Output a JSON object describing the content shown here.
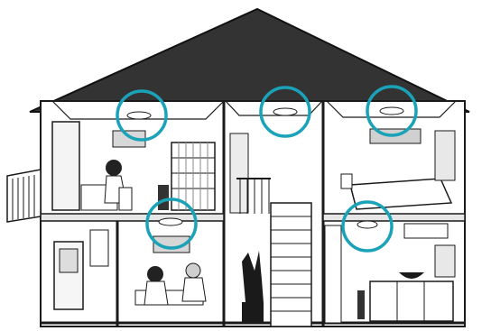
{
  "figure": {
    "subject": "house-cross-section",
    "highlight_color": "#1aa3b8",
    "ink_color": "#1a1a1a",
    "roof_color": "#333333",
    "wall_color": "#ffffff",
    "floor_color": "#e6e6e6",
    "highlighted_devices": [
      {
        "id": "smoke-detector-bedroom-upper-left",
        "icon": "smoke-detector-icon"
      },
      {
        "id": "smoke-detector-stair-hall",
        "icon": "smoke-detector-icon"
      },
      {
        "id": "smoke-detector-bedroom-upper-right",
        "icon": "smoke-detector-icon"
      },
      {
        "id": "smoke-detector-living-room",
        "icon": "smoke-detector-icon"
      },
      {
        "id": "smoke-detector-kitchen",
        "icon": "smoke-detector-icon"
      }
    ]
  }
}
